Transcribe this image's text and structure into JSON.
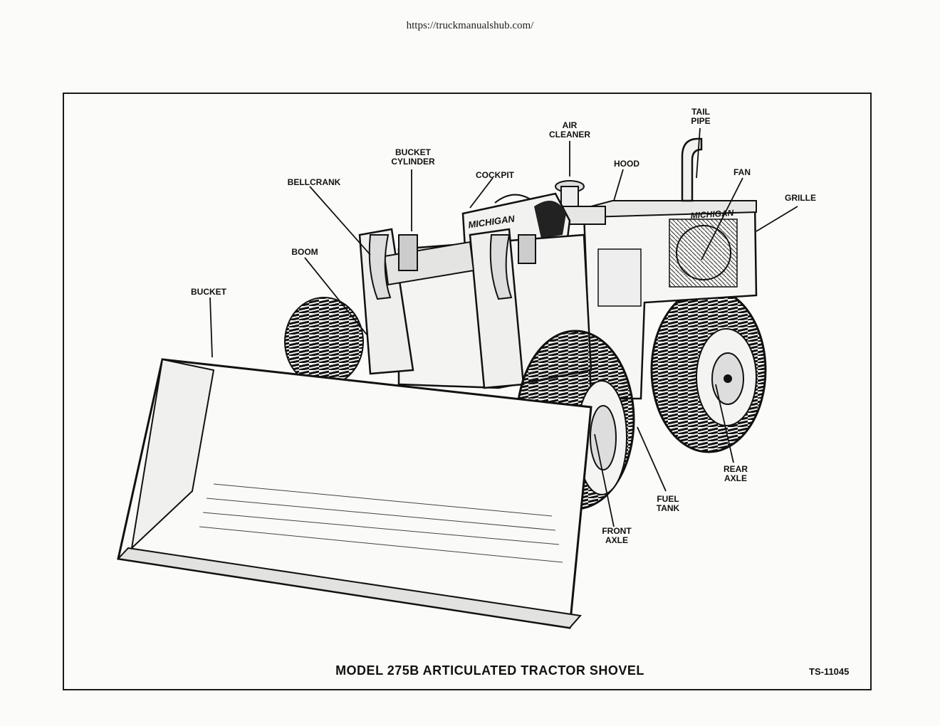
{
  "header": {
    "url": "https://truckmanualshub.com/"
  },
  "labels": {
    "tail_pipe": "TAIL\nPIPE",
    "air_cleaner": "AIR\nCLEANER",
    "hood": "HOOD",
    "fan": "FAN",
    "grille": "GRILLE",
    "bucket_cylinder": "BUCKET\nCYLINDER",
    "cockpit": "COCKPIT",
    "bellcrank": "BELLCRANK",
    "boom": "BOOM",
    "bucket": "BUCKET",
    "rear_axle": "REAR\nAXLE",
    "fuel_tank": "FUEL\nTANK",
    "front_axle": "FRONT\nAXLE"
  },
  "brand_marks": {
    "cab": "MICHIGAN",
    "hood": "MICHIGAN"
  },
  "caption": "MODEL 275B ARTICULATED TRACTOR SHOVEL",
  "figure_id": "TS-11045"
}
